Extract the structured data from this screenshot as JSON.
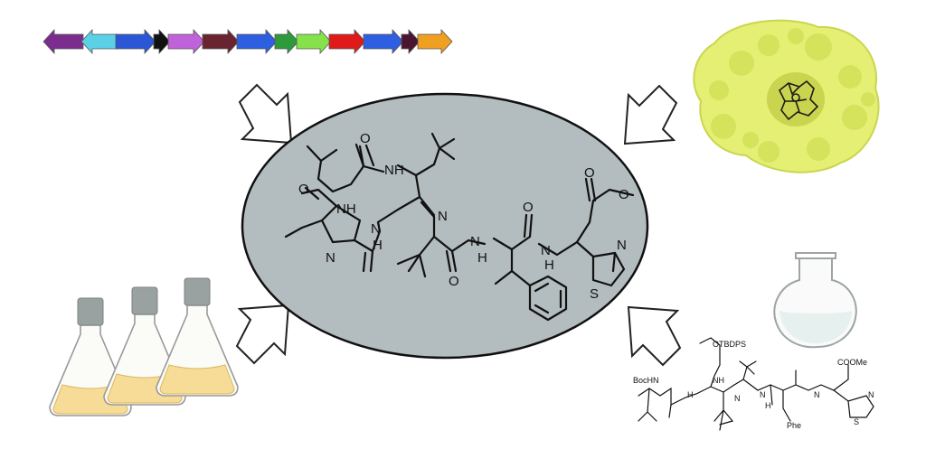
{
  "gene_cluster": {
    "arrows": [
      {
        "color": "#7b2d8e",
        "direction": "left"
      },
      {
        "color": "#5ad1e6",
        "direction": "left"
      },
      {
        "color": "#2b57d6",
        "direction": "right"
      },
      {
        "color": "#111111",
        "direction": "right"
      },
      {
        "color": "#c062d9",
        "direction": "right"
      },
      {
        "color": "#6a2430",
        "direction": "right"
      },
      {
        "color": "#2e5fe0",
        "direction": "right"
      },
      {
        "color": "#2e9a3c",
        "direction": "right"
      },
      {
        "color": "#86e24a",
        "direction": "right"
      },
      {
        "color": "#e01a1a",
        "direction": "right"
      },
      {
        "color": "#2e5fe0",
        "direction": "right"
      },
      {
        "color": "#4a1530",
        "direction": "right"
      },
      {
        "color": "#f0a020",
        "direction": "right"
      }
    ]
  },
  "central_molecule": {
    "atom_labels": [
      "O",
      "NH",
      "NH",
      "N",
      "N",
      "H",
      "N",
      "O",
      "N",
      "H",
      "N",
      "H",
      "O",
      "O",
      "O",
      "N",
      "S",
      "O"
    ]
  },
  "synthetic_precursor": {
    "labels": [
      "OTBDPS",
      "BocHN",
      "NH",
      "N",
      "H",
      "N",
      "H",
      "N",
      "COOMe",
      "N",
      "S",
      "Phe"
    ]
  },
  "colors": {
    "ellipse_fill": "#b3bcbe",
    "protein_fill": "#e4ef74",
    "flask_liquid": "#f6dc96",
    "flask_cap": "#9aa1a1"
  }
}
